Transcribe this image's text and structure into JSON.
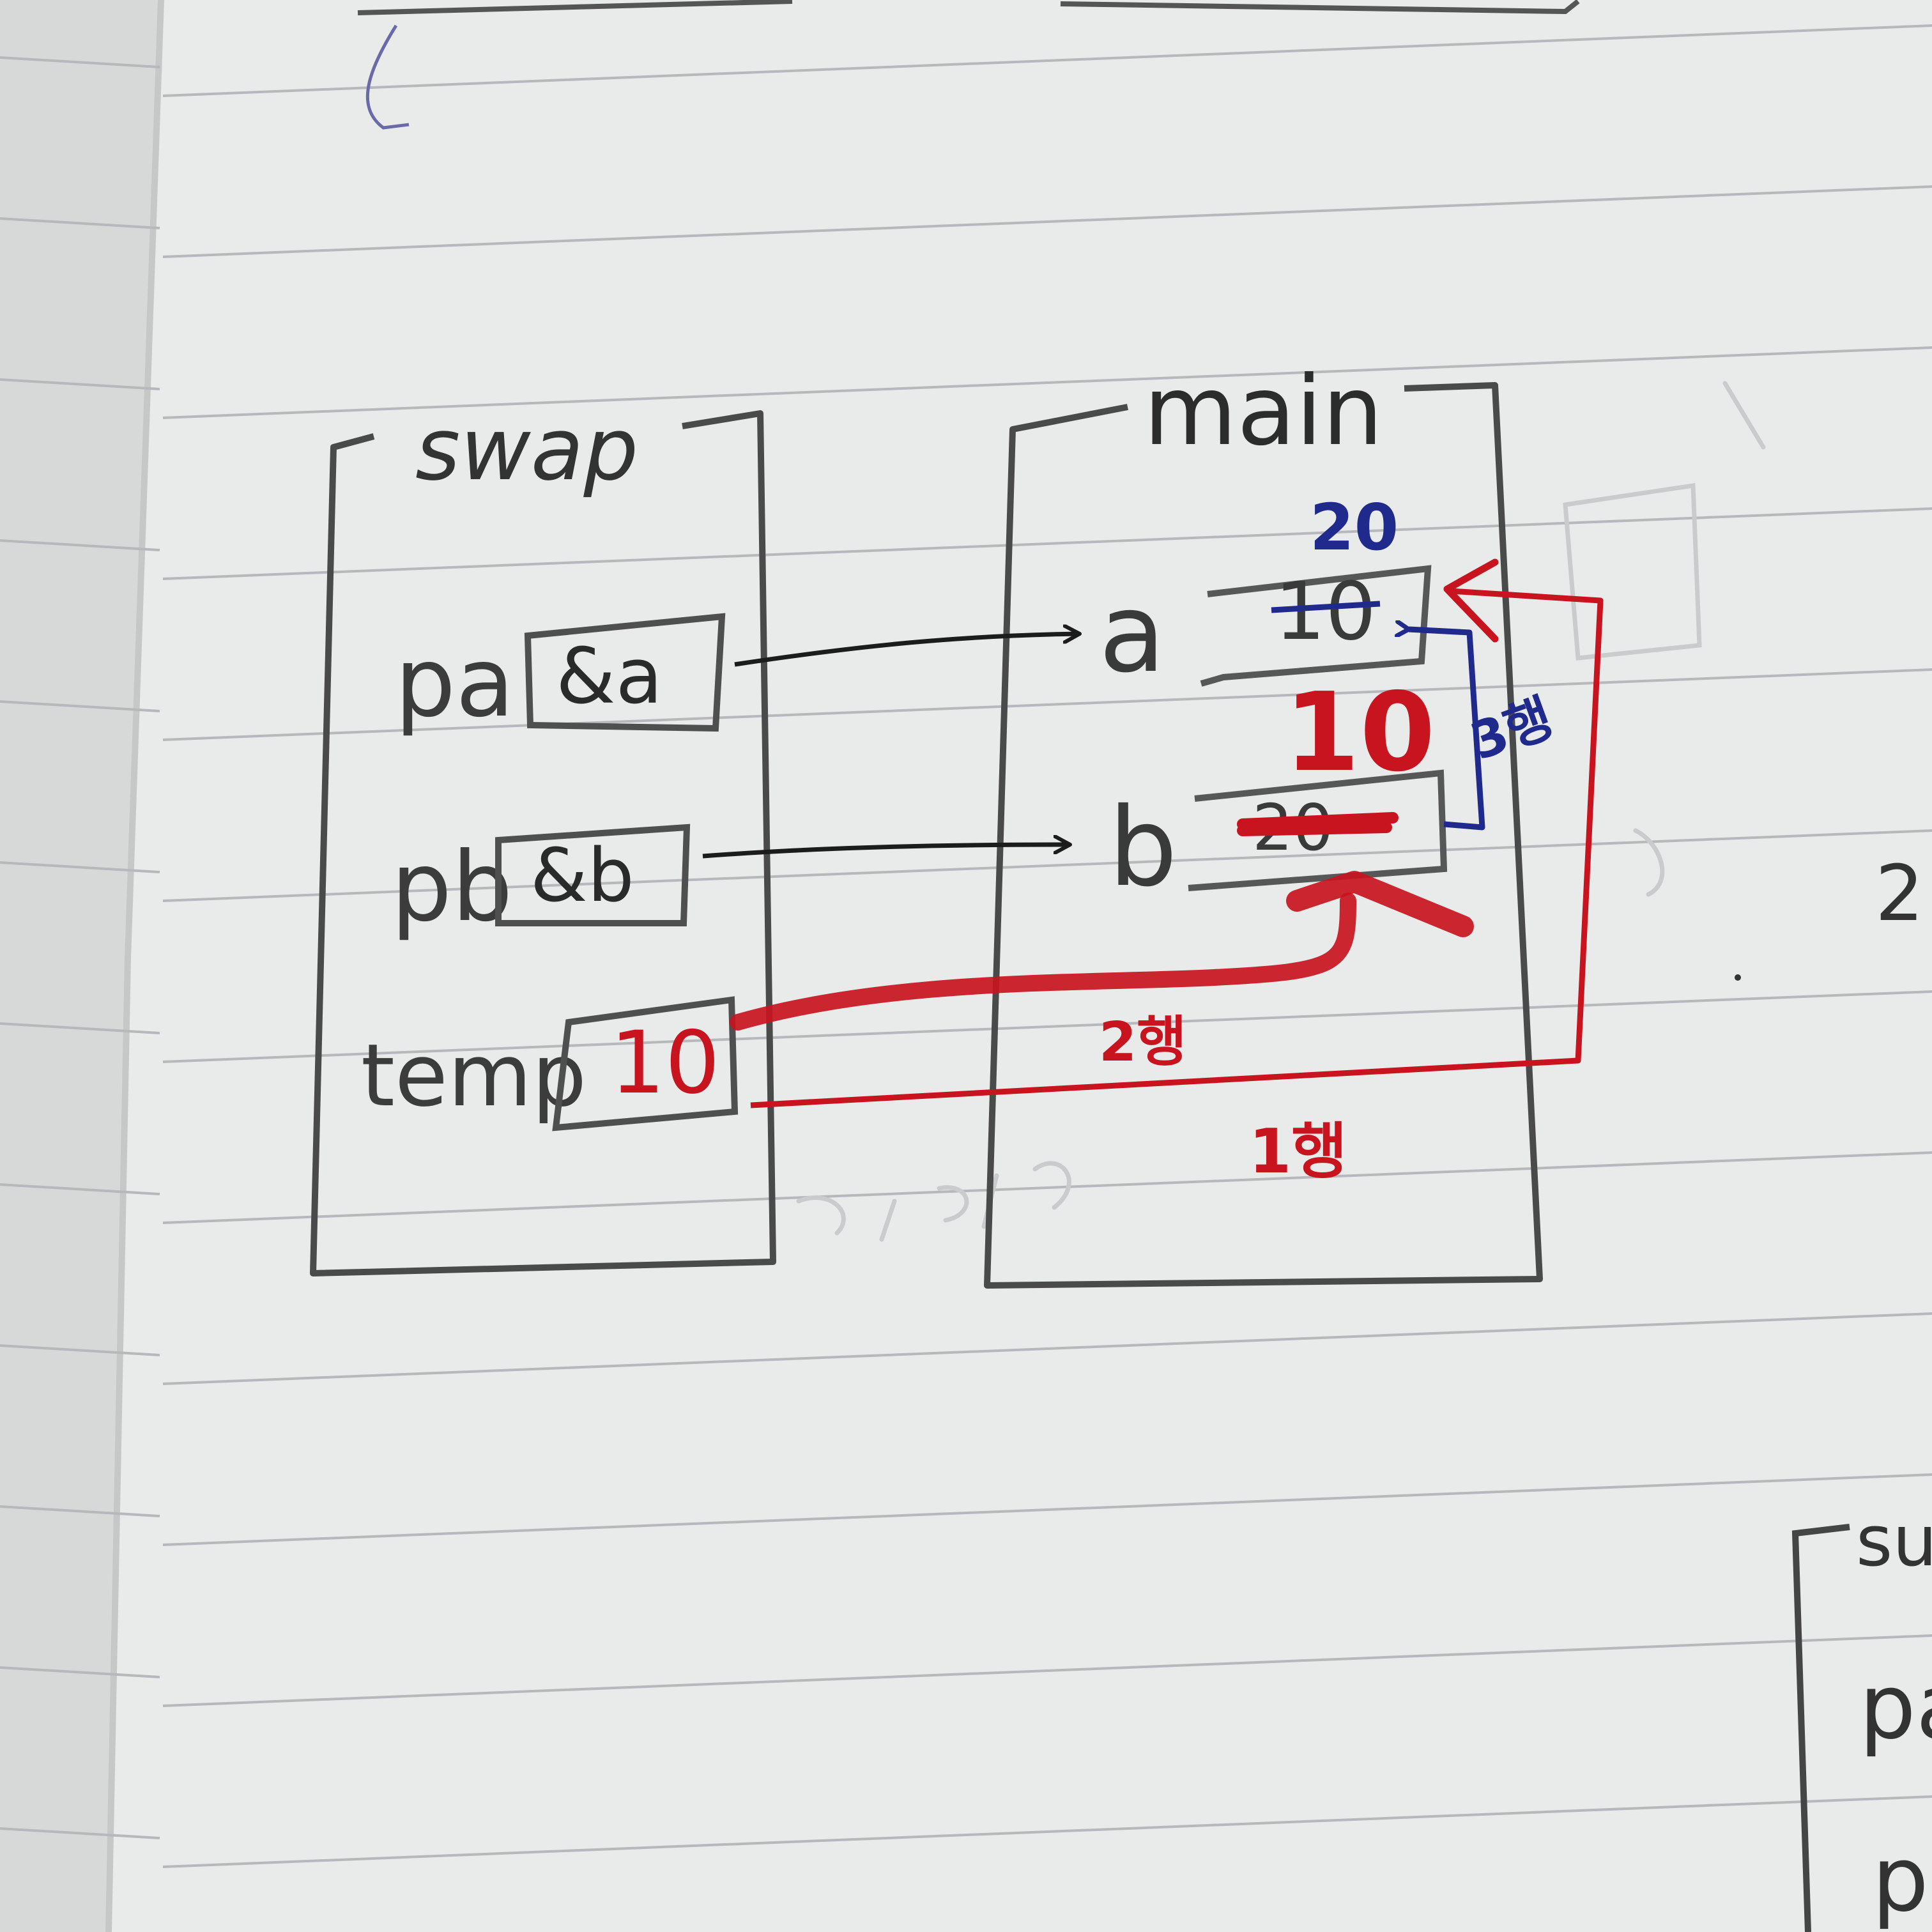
{
  "colors": {
    "paper": "#e9ebea",
    "left_page": "#d7d9d8",
    "rule": "#b6b8bb",
    "pencil": "#4a4a4a",
    "ink_black": "#1c1c1c",
    "ink_blue": "#1f2a8c",
    "ink_red": "#c8141f",
    "ghost": "#c4c6c8"
  },
  "swap_frame": {
    "title": "swap",
    "vars": [
      {
        "name": "pa",
        "value": "&a"
      },
      {
        "name": "pb",
        "value": "&b"
      },
      {
        "name": "temp",
        "value": "10"
      }
    ]
  },
  "main_frame": {
    "title": "main",
    "vars": [
      {
        "name": "a",
        "old_value": "10",
        "new_value": "20"
      },
      {
        "name": "b",
        "old_value": "20",
        "new_value": "10"
      }
    ]
  },
  "notes": {
    "step2": "2행",
    "step3": "3행",
    "step1": "1행"
  },
  "edge_fragments": {
    "right_margin_digit": "2",
    "partial_frame_title": "su",
    "partial_var_1": "pa",
    "partial_var_2": "pb"
  }
}
